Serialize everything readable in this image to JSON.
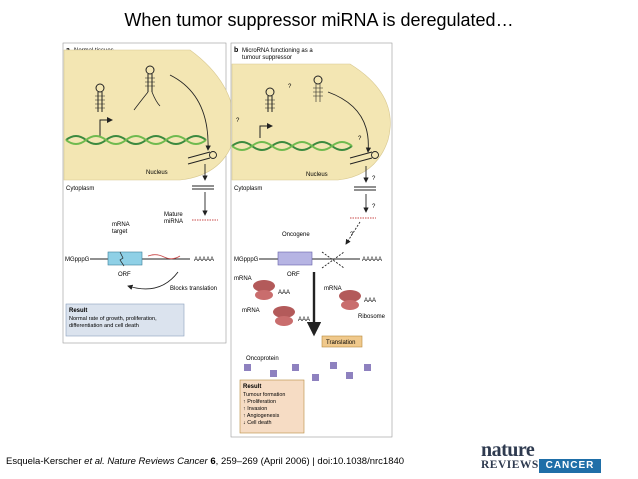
{
  "slide": {
    "title": "When tumor suppressor miRNA is deregulated…"
  },
  "panel_a": {
    "letter": "a",
    "title": "Normal tissues",
    "nucleus": "Nucleus",
    "cytoplasm": "Cytoplasm",
    "mature_mirna_1": "Mature",
    "mature_mirna_2": "miRNA",
    "mrna_target_1": "mRNA",
    "mrna_target_2": "target",
    "cap": "MGpppG",
    "tail": "AAAAA",
    "orf": "ORF",
    "blocks": "Blocks translation",
    "result_heading": "Result",
    "result_line1": "Normal rate of growth, proliferation,",
    "result_line2": "differentiation and cell death"
  },
  "panel_b": {
    "letter": "b",
    "title_line1": "MicroRNA functioning as a",
    "title_line2": "tumour suppressor",
    "question": "?",
    "nucleus": "Nucleus",
    "cytoplasm": "Cytoplasm",
    "oncogene": "Oncogene",
    "cap": "MGpppG",
    "tail": "AAAAA",
    "orf": "ORF",
    "mrna": "mRNA",
    "aaa": "AAA",
    "ribosome": "Ribosome",
    "translation": "Translation",
    "oncoprotein": "Oncoprotein",
    "result_heading": "Result",
    "result_line1": "Tumour formation",
    "result_line2": "↑ Proliferation",
    "result_line3": "↑ Invasion",
    "result_line4": "↑ Angiogenesis",
    "result_line5": "↓ Cell death"
  },
  "citation": {
    "authors": "Esquela-Kerscher ",
    "etal": "et al.",
    "journal": " Nature Reviews Cancer ",
    "volume": "6",
    "rest": ", 259–269 (April 2006) | doi:10.1038/nrc1840"
  },
  "logo": {
    "nature": "nature",
    "reviews": "REVIEWS",
    "cancer": "CANCER"
  },
  "colors": {
    "nucleus": "#f3e6b3",
    "panel_bg": "#ffffff",
    "result_a": "#dbe3ee",
    "result_b": "#f6dcc4",
    "dna_a": "#3b8a3e",
    "dna_b": "#6fba4f",
    "mrna_target": "#8fd0e6",
    "oncogene_box": "#b6b4e3",
    "ribosome": "#b35a5a",
    "oncoprotein": "#8e81bf",
    "translation_box": "#f0c98c",
    "logo_blue": "#1f6fa8"
  }
}
